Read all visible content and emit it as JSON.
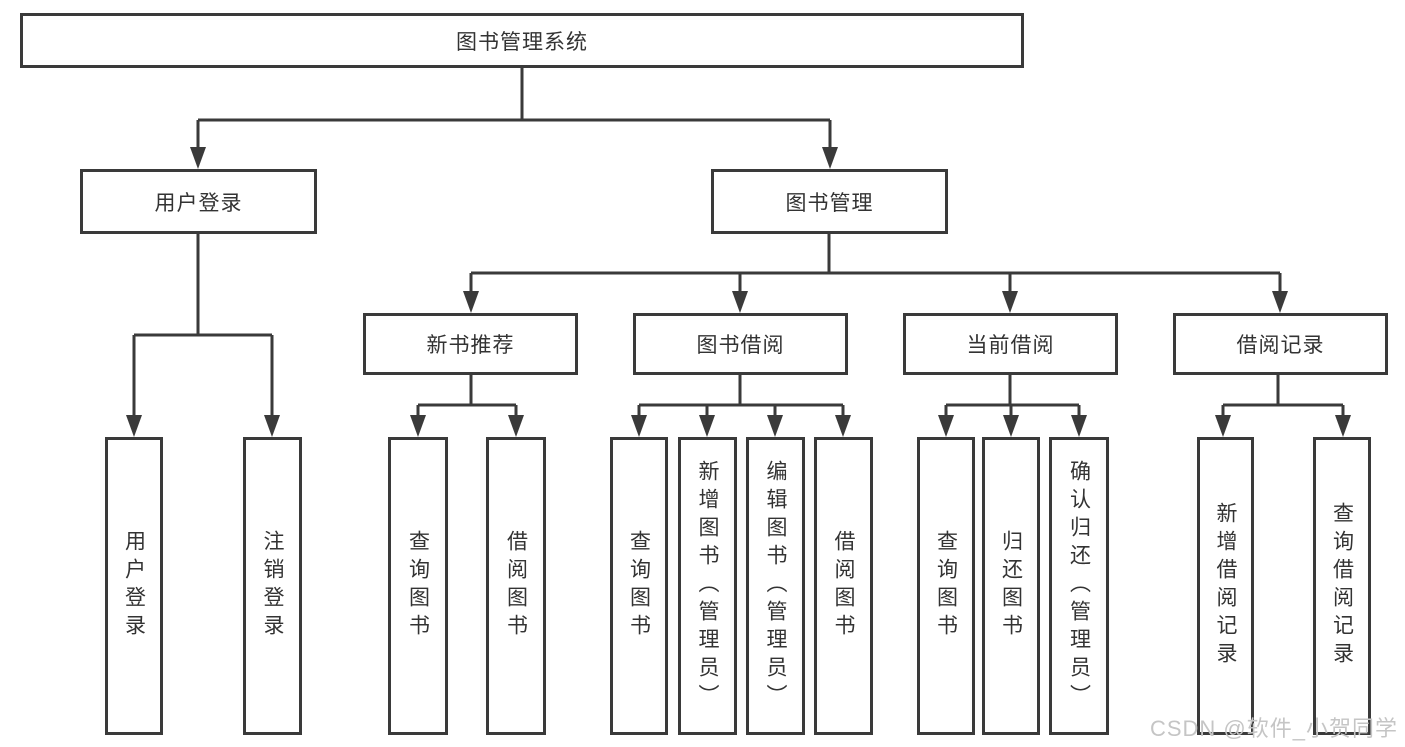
{
  "colors": {
    "line": "#3a3a3a",
    "border": "#3a3a3a",
    "text": "#333333",
    "watermark_text": "#c5c5c5",
    "background": "#ffffff"
  },
  "watermark": "CSDN @软件_小贺同学",
  "nodes": {
    "root": {
      "label": "图书管理系统"
    },
    "level1": [
      {
        "label": "用户登录"
      },
      {
        "label": "图书管理"
      }
    ],
    "level2": [
      {
        "label": "新书推荐"
      },
      {
        "label": "图书借阅"
      },
      {
        "label": "当前借阅"
      },
      {
        "label": "借阅记录"
      }
    ],
    "leaves": [
      {
        "label": "用户登录"
      },
      {
        "label": "注销登录"
      },
      {
        "label": "查询图书"
      },
      {
        "label": "借阅图书"
      },
      {
        "label": "查询图书"
      },
      {
        "label": "新增图书（管理员）"
      },
      {
        "label": "编辑图书（管理员）"
      },
      {
        "label": "借阅图书"
      },
      {
        "label": "查询图书"
      },
      {
        "label": "归还图书"
      },
      {
        "label": "确认归还（管理员）"
      },
      {
        "label": "新增借阅记录"
      },
      {
        "label": "查询借阅记录"
      }
    ]
  }
}
